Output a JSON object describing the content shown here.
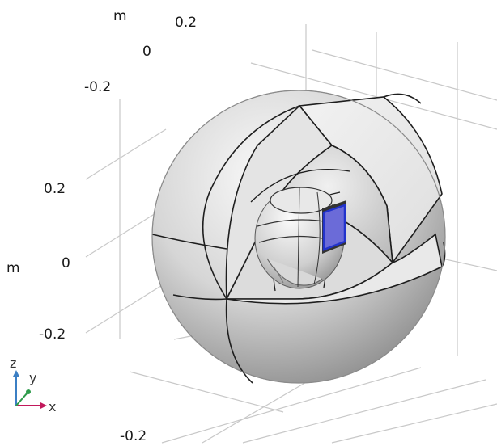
{
  "axes": {
    "units": {
      "back": "m",
      "left": "m"
    },
    "back_ticks": [
      "0.2",
      "0",
      "-0.2"
    ],
    "left_ticks": [
      "0.2",
      "0",
      "-0.2"
    ],
    "bottom_ticks": [
      "-0.2"
    ]
  },
  "triad": {
    "z": "z",
    "y": "y",
    "x": "x",
    "colors": {
      "z": "#3b7fc4",
      "y": "#2e9b4b",
      "x": "#c2185b"
    }
  },
  "scene": {
    "sphere_color": "#d8d8d8",
    "cut_face_color": "#e7e7e7",
    "edge_color": "#1e1e1e",
    "antenna_color": "#2233cc",
    "grid_color": "#c8c8c8"
  }
}
